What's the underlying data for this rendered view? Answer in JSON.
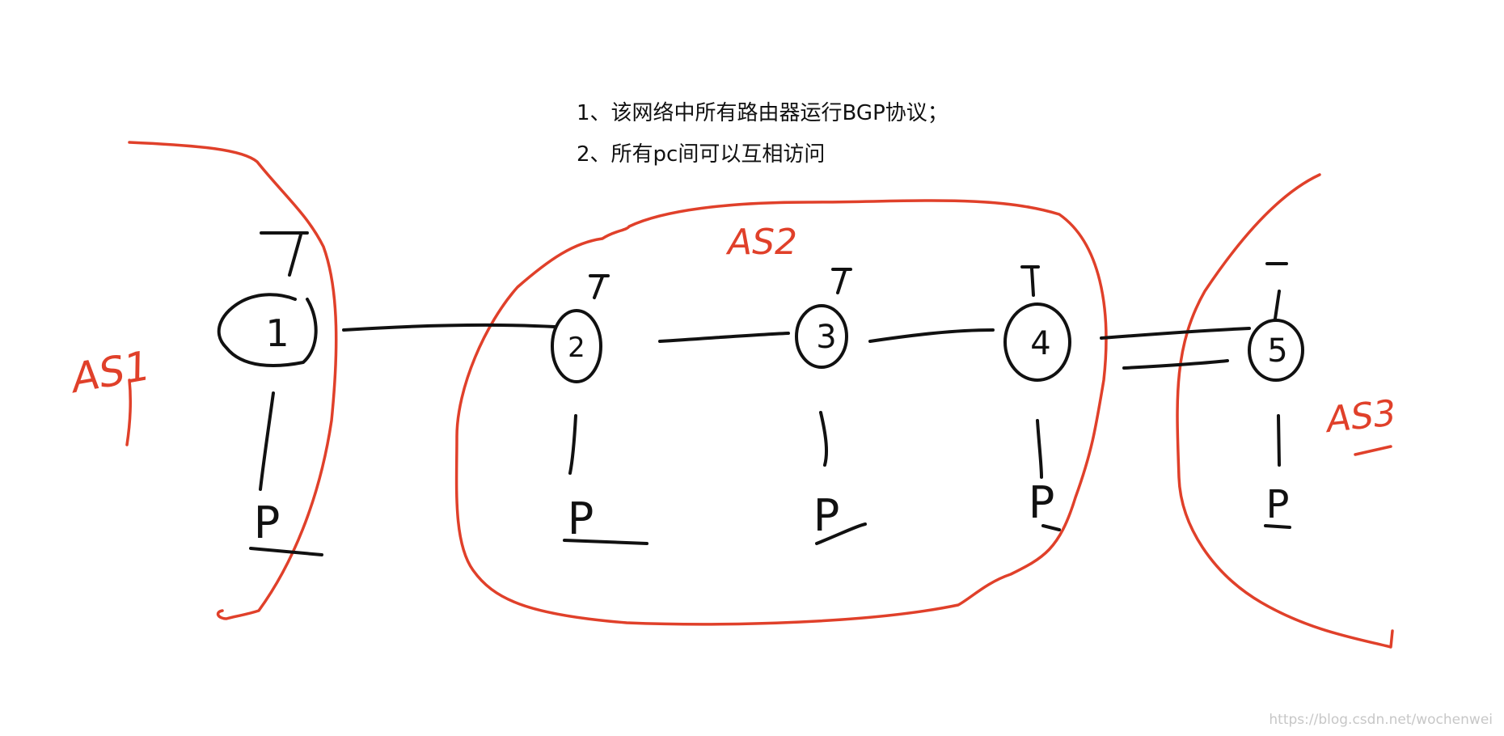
{
  "requirements": [
    "1、该网络中所有路由器运行BGP协议；",
    "2、所有pc间可以互相访问"
  ],
  "as_labels": [
    "AS1",
    "AS2",
    "AS3"
  ],
  "routers": [
    "1",
    "2",
    "3",
    "4",
    "5"
  ],
  "pc_labels": [
    "P",
    "P",
    "P",
    "P",
    "P"
  ],
  "watermark": "https://blog.csdn.net/wochenwei",
  "colors": {
    "ink": "#111111",
    "as_boundary": "#e0402a"
  }
}
